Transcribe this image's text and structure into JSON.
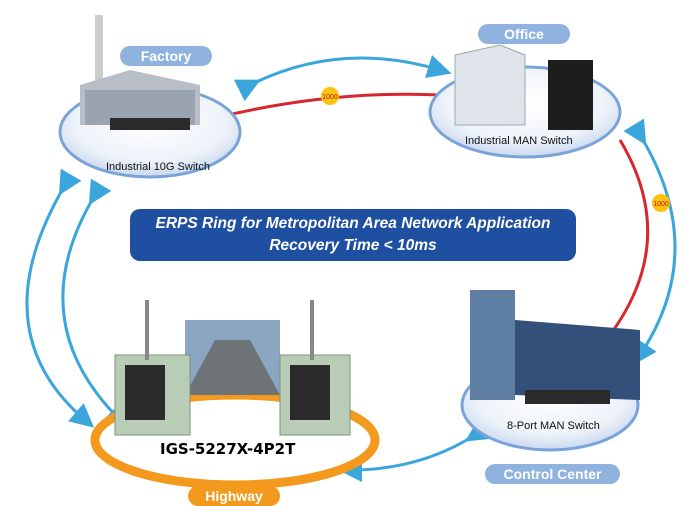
{
  "banner": {
    "line1": "ERPS Ring for Metropolitan Area Network Application",
    "line2": "Recovery Time < 10ms"
  },
  "sites": {
    "factory": {
      "label": "Factory",
      "device": "Industrial 10G Switch"
    },
    "office": {
      "label": "Office",
      "device": "Industrial MAN Switch"
    },
    "control_center": {
      "label": "Control Center",
      "device": "8-Port MAN Switch"
    },
    "highway": {
      "label": "Highway",
      "device": "IGS-5227X-4P2T"
    }
  },
  "links": [
    {
      "speed": "1000"
    },
    {
      "speed": "1000"
    }
  ],
  "colors": {
    "ring_arrow": "#3aa6dc",
    "fiber_link": "#d7262e",
    "badge": "#ffc20e",
    "banner": "#1f4fa0",
    "pill": "#8fb3de",
    "highway": "#f39a1e"
  }
}
